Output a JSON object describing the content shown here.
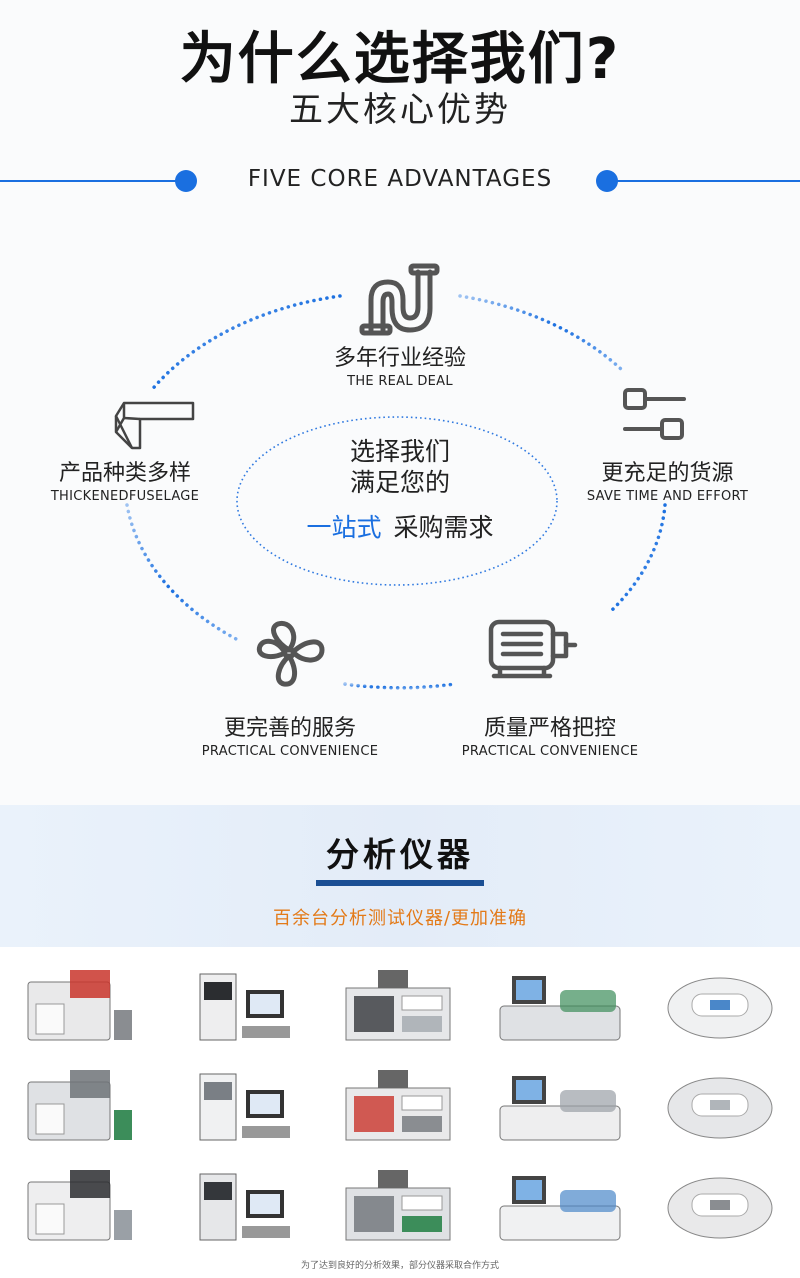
{
  "header": {
    "title": "为什么选择我们?",
    "subtitle": "五大核心优势",
    "english": "FIVE CORE ADVANTAGES"
  },
  "center": {
    "line1": "选择我们",
    "line2": "满足您的",
    "highlight": "一站式",
    "line3_rest": "采购需求"
  },
  "advantages": [
    {
      "cn": "多年行业经验",
      "en": "THE REAL DEAL",
      "icon": "pipe-icon"
    },
    {
      "cn": "产品种类多样",
      "en": "THICKENEDFUSELAGE",
      "icon": "angle-bracket-icon"
    },
    {
      "cn": "更充足的货源",
      "en": "SAVE TIME AND EFFORT",
      "icon": "settings-sliders-icon"
    },
    {
      "cn": "更完善的服务",
      "en": "PRACTICAL CONVENIENCE",
      "icon": "fan-icon"
    },
    {
      "cn": "质量严格把控",
      "en": "PRACTICAL CONVENIENCE",
      "icon": "motor-icon"
    }
  ],
  "section": {
    "title": "分析仪器",
    "subtitle": "百余台分析测试仪器/更加准确"
  },
  "instruments_count": 15,
  "footnote": "为了达到良好的分析效果，部分仪器采取合作方式",
  "colors": {
    "accent": "#1a6fe0",
    "band_bar": "#1b4f94",
    "orange": "#e37a18"
  }
}
